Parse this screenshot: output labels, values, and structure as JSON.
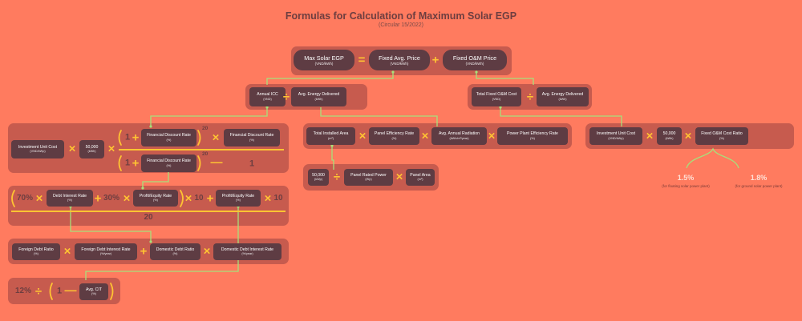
{
  "title": "Formulas for Calculation of Maximum Solar EGP",
  "subtitle": "(Circular 15/2022)",
  "boxes": {
    "max_egp": {
      "label": "Max Solar EGP",
      "unit": "(VND/kWh)"
    },
    "fixed_avg_price": {
      "label": "Fixed Avg. Price",
      "unit": "(VND/kWh)"
    },
    "fixed_om_price": {
      "label": "Fixed O&M Price",
      "unit": "(VND/kWh)"
    },
    "annual_icc": {
      "label": "Annual ICC",
      "unit": "(VND)"
    },
    "avg_energy_1": {
      "label": "Avg. Energy Delivered",
      "unit": "(kWh)"
    },
    "total_fixed_om": {
      "label": "Total Fixed O&M Cost",
      "unit": "(VND)"
    },
    "avg_energy_2": {
      "label": "Avg. Energy Delivered",
      "unit": "(kWh)"
    },
    "inv_unit_cost_1": {
      "label": "Investment Unit Cost",
      "unit": "(VND/kWp)"
    },
    "val_50000_a": {
      "label": "50,000",
      "unit": "(kWh)"
    },
    "fin_disc_rate_1": {
      "label": "Financial Discount Rate",
      "unit": "(%)"
    },
    "fin_disc_rate_2": {
      "label": "Financial Discount Rate",
      "unit": "(%)"
    },
    "fin_disc_rate_3": {
      "label": "Financial Discount Rate",
      "unit": "(%)"
    },
    "total_area": {
      "label": "Total Installed Area",
      "unit": "(m²)"
    },
    "panel_eff": {
      "label": "Panel Efficiency Rate",
      "unit": "(%)"
    },
    "avg_radiation": {
      "label": "Avg. Annual Radiation",
      "unit": "(kWh/m²/year)"
    },
    "plant_eff": {
      "label": "Power Plant Efficiency Rate",
      "unit": "(%)"
    },
    "inv_unit_cost_2": {
      "label": "Investment Unit Cost",
      "unit": "(VND/kWp)"
    },
    "val_50000_b": {
      "label": "50,000",
      "unit": "(kWh)"
    },
    "fixed_om_ratio": {
      "label": "Fixed O&M Cost Ratio",
      "unit": "(%)"
    },
    "val_50000_c": {
      "label": "50,000",
      "unit": "(kWp)"
    },
    "panel_power": {
      "label": "Panel Rated Power",
      "unit": "(Wp)"
    },
    "panel_area": {
      "label": "Panel Area",
      "unit": "(m²)"
    },
    "debt_interest": {
      "label": "Debt Interest Rate",
      "unit": "(%)"
    },
    "profit_equity_1": {
      "label": "Profit/Equity Rate",
      "unit": "(%)"
    },
    "profit_equity_2": {
      "label": "Profit/Equity Rate",
      "unit": "(%)"
    },
    "foreign_debt": {
      "label": "Foreign Debt Ratio",
      "unit": "(%)"
    },
    "foreign_interest": {
      "label": "Foreign Debt Interest Rate",
      "unit": "(%/year)"
    },
    "domestic_debt": {
      "label": "Domestic Debt Ratio",
      "unit": "(%)"
    },
    "domestic_interest": {
      "label": "Domestic Debt Interest Rate",
      "unit": "(%/year)"
    },
    "avg_cit": {
      "label": "Avg. CIT",
      "unit": "(%)"
    }
  },
  "numbers": {
    "one_a": "1",
    "one_b": "1",
    "one_c": "1",
    "one_d": "1",
    "exp_a": "20",
    "exp_b": "20",
    "pct_70": "70%",
    "pct_30": "30%",
    "ten_a": "10",
    "ten_b": "10",
    "twenty": "20",
    "pct_12": "12%"
  },
  "ratios": {
    "floating": {
      "value": "1.5%",
      "note": "(for floating solar power plant)"
    },
    "ground": {
      "value": "1.8%",
      "note": "(for ground solar power plant)"
    }
  },
  "colors": {
    "background": "#FF7B5F",
    "group": "#C75B4E",
    "box": "#5E3C43",
    "operator": "#FFC433",
    "connector": "#A7E07A",
    "number": "#6D3E40"
  }
}
